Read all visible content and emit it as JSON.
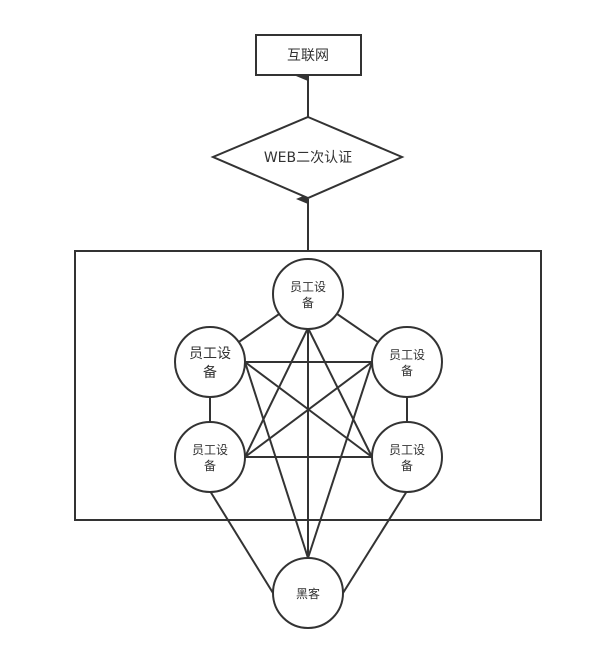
{
  "diagram": {
    "internet": {
      "label": "互联网"
    },
    "web_auth": {
      "label": "WEB二次认证"
    },
    "devices": [
      {
        "line1": "员工设",
        "line2": "备"
      },
      {
        "line1": "员工设",
        "line2": "备"
      },
      {
        "line1": "员工设",
        "line2": "备"
      },
      {
        "line1": "员工设",
        "line2": "备"
      },
      {
        "line1": "员工设",
        "line2": "备"
      }
    ],
    "hacker": {
      "label": "黑客"
    }
  }
}
